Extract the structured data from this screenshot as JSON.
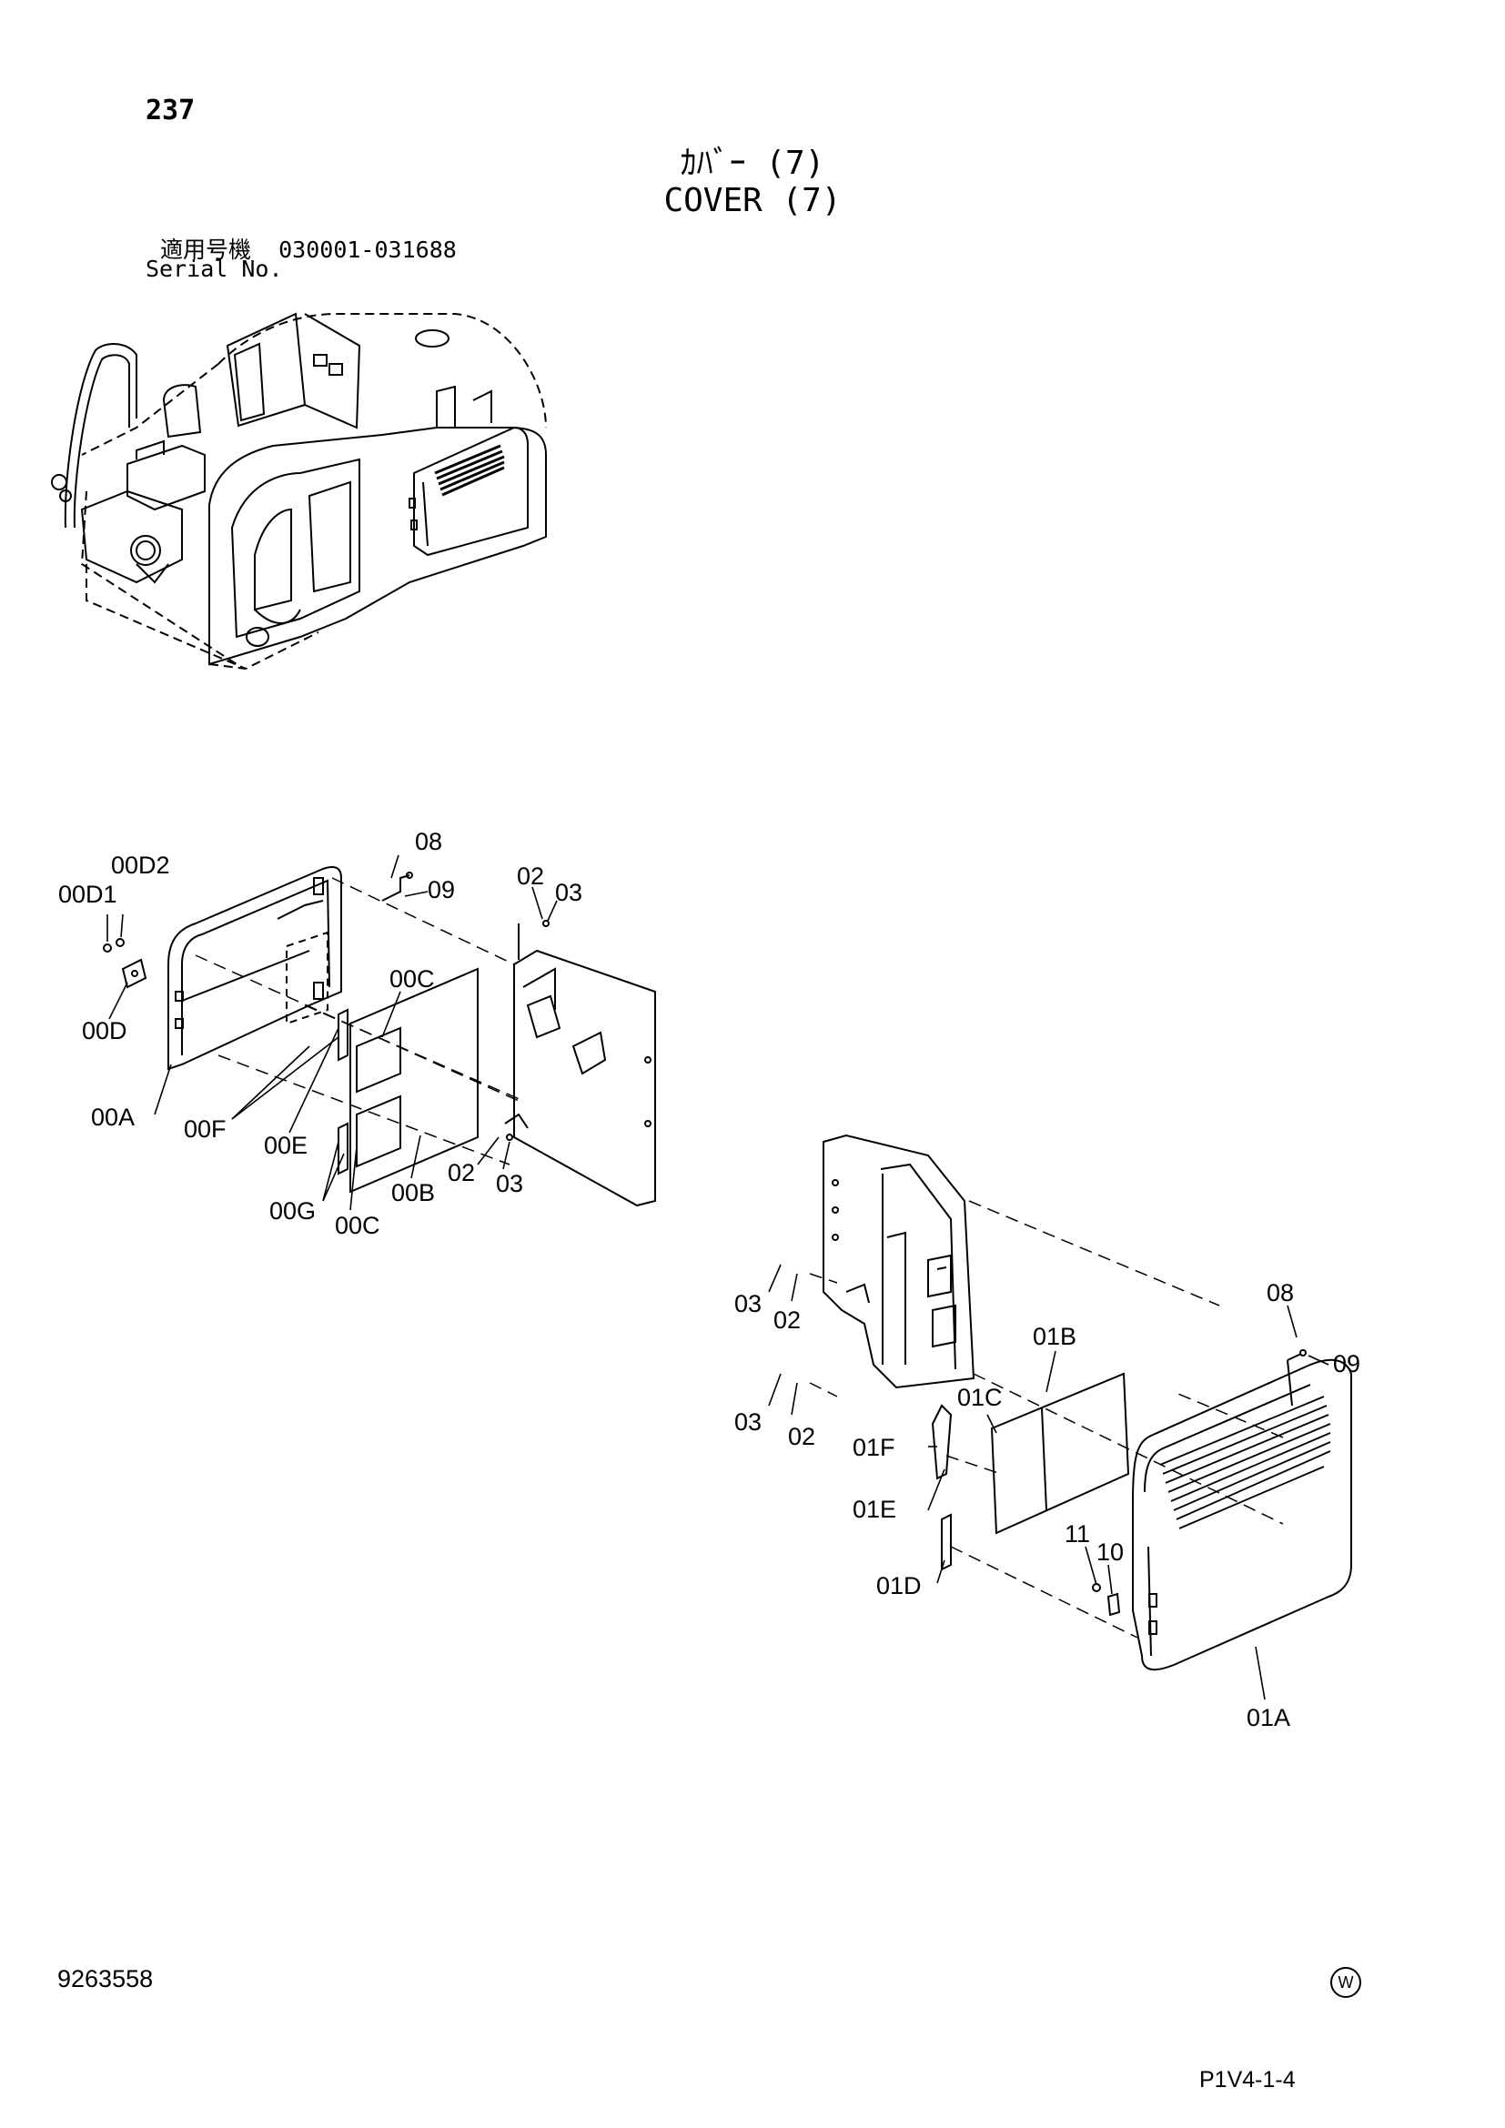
{
  "header": {
    "page_number": "237",
    "title_jp": "ｶﾊﾞｰ (7)",
    "title_en": "COVER (7)",
    "serial_label_jp": "適用号機",
    "serial_range": "030001-031688",
    "serial_label_en": "Serial No."
  },
  "footer": {
    "doc_number": "9263558",
    "mark": "W",
    "page_code": "P1V4-1-4"
  },
  "callouts": {
    "left_assembly": [
      "08",
      "09",
      "02",
      "03",
      "00D2",
      "00D1",
      "00D",
      "00C",
      "00A",
      "00F",
      "00E",
      "00G",
      "00C",
      "00B",
      "02",
      "03"
    ],
    "right_assembly": [
      "03",
      "02",
      "03",
      "02",
      "01B",
      "08",
      "09",
      "01C",
      "01F",
      "01E",
      "11",
      "10",
      "01D",
      "01A"
    ]
  }
}
